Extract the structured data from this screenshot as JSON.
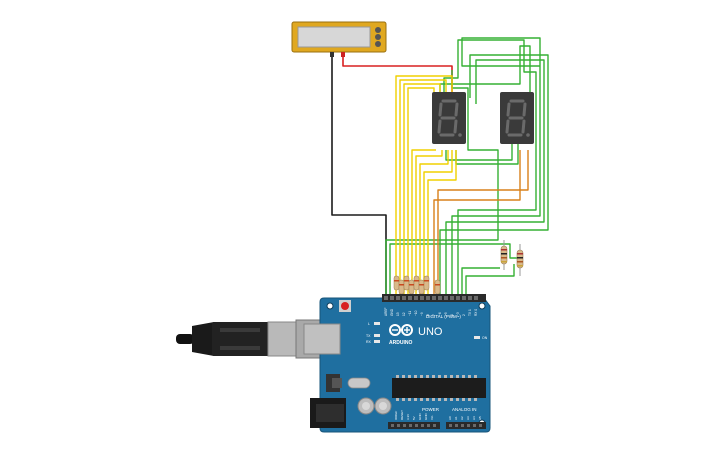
{
  "board": {
    "brand": "ARDUINO",
    "model": "UNO",
    "digital_label": "DIGITAL (PWM~)",
    "power_label": "POWER",
    "analog_label": "ANALOG IN",
    "led_on": "ON",
    "led_l": "L",
    "led_tx": "TX",
    "led_rx": "RX",
    "digital_pins": [
      "AREF",
      "GND",
      "13",
      "12",
      "~11",
      "~10",
      "~9",
      "8",
      "7",
      "~6",
      "~5",
      "4",
      "~3",
      "2",
      "TX 1",
      "RX 0"
    ],
    "power_pins": [
      "IOREF",
      "RESET",
      "3.3V",
      "5V",
      "GND",
      "GND",
      "Vin"
    ],
    "analog_pins": [
      "A0",
      "A1",
      "A2",
      "A3",
      "A4",
      "A5"
    ]
  },
  "displays": [
    {
      "digit": "8."
    },
    {
      "digit": "8."
    }
  ],
  "colors": {
    "board": "#1f6fa0",
    "header": "#2a2a2a",
    "wire_yellow": "#f0d000",
    "wire_green": "#35b034",
    "wire_orange": "#d8801a",
    "wire_red": "#d82020",
    "wire_black": "#1c1c1c",
    "battery": "#e0a820",
    "display_body": "#3a3a3a",
    "segment_off": "#6a6a6a"
  },
  "icons": [
    "usb-cable-icon",
    "battery-icon",
    "resistor-icon",
    "seven-segment-display-icon",
    "arduino-logo-icon"
  ]
}
